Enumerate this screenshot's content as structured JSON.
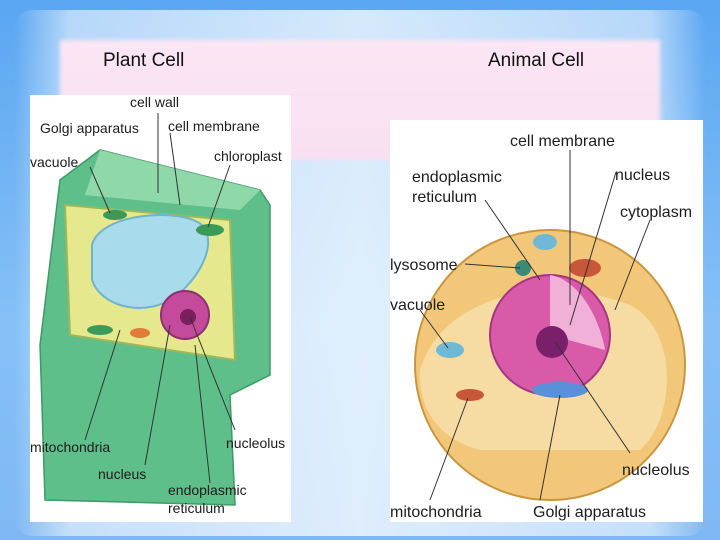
{
  "headings": {
    "plant": "Plant Cell",
    "animal": "Animal Cell"
  },
  "plant_labels": {
    "cell_wall": "cell wall",
    "golgi": "Golgi apparatus",
    "cell_membrane": "cell membrane",
    "vacuole": "vacuole",
    "chloroplast": "chloroplast",
    "mitochondria": "mitochondria",
    "nucleolus": "nucleolus",
    "nucleus": "nucleus",
    "er_line1": "endoplasmic",
    "er_line2": "reticulum"
  },
  "animal_labels": {
    "cell_membrane": "cell membrane",
    "er_line1": "endoplasmic",
    "er_line2": "reticulum",
    "nucleus": "nucleus",
    "cytoplasm": "cytoplasm",
    "lysosome": "lysosome",
    "vacuole": "vacuole",
    "nucleolus": "nucleolus",
    "mitochondria": "mitochondria",
    "golgi": "Golgi apparatus"
  }
}
